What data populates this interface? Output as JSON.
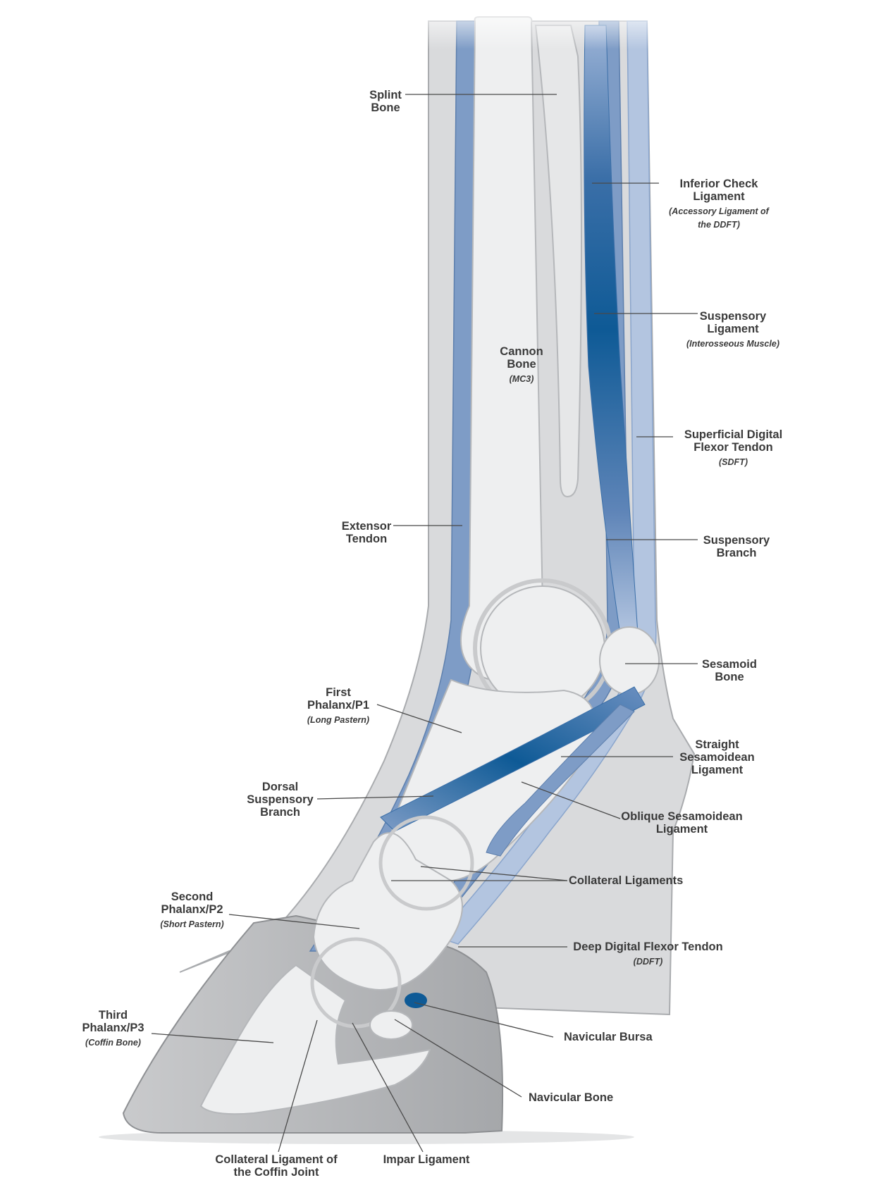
{
  "labels": {
    "splint_bone": {
      "title": "Splint Bone",
      "sub": ""
    },
    "inferior_check": {
      "title": "Inferior Check Ligament",
      "sub": "(Accessory Ligament of the DDFT)"
    },
    "suspensory_ligament": {
      "title": "Suspensory Ligament",
      "sub": "(Interosseous Muscle)"
    },
    "cannon_bone": {
      "title": "Cannon Bone",
      "sub": "(MC3)"
    },
    "sdft": {
      "title": "Superficial Digital Flexor Tendon",
      "sub": "(SDFT)"
    },
    "extensor_tendon": {
      "title": "Extensor Tendon",
      "sub": ""
    },
    "suspensory_branch": {
      "title": "Suspensory Branch",
      "sub": ""
    },
    "sesamoid_bone": {
      "title": "Sesamoid Bone",
      "sub": ""
    },
    "first_phalanx": {
      "title": "First Phalanx/P1",
      "sub": "(Long Pastern)"
    },
    "straight_sesamoidean": {
      "title": "Straight Sesamoidean Ligament",
      "sub": ""
    },
    "dorsal_suspensory": {
      "title": "Dorsal Suspensory Branch",
      "sub": ""
    },
    "oblique_sesamoidean": {
      "title": "Oblique Sesamoidean Ligament",
      "sub": ""
    },
    "collateral_ligaments": {
      "title": "Collateral Ligaments",
      "sub": ""
    },
    "second_phalanx": {
      "title": "Second Phalanx/P2",
      "sub": "(Short Pastern)"
    },
    "ddft": {
      "title": "Deep Digital Flexor Tendon",
      "sub": "(DDFT)"
    },
    "third_phalanx": {
      "title": "Third Phalanx/P3",
      "sub": "(Coffin Bone)"
    },
    "navicular_bursa": {
      "title": "Navicular Bursa",
      "sub": ""
    },
    "navicular_bone": {
      "title": "Navicular Bone",
      "sub": ""
    },
    "collateral_coffin": {
      "title": "Collateral Ligament of the Coffin Joint",
      "sub": ""
    },
    "impar_ligament": {
      "title": "Impar Ligament",
      "sub": ""
    }
  },
  "colors": {
    "skin": "#d9dadc",
    "skin_edge": "#a9abae",
    "bone": "#eeeff0",
    "bone_edge": "#b5b7ba",
    "tendon": "#7e9cc6",
    "tendon_dark": "#0e5a96",
    "tendon_light": "#b3c5e0",
    "hoof": "#b9babc",
    "leader": "#4a4a4a",
    "text": "#3a3a3a"
  }
}
